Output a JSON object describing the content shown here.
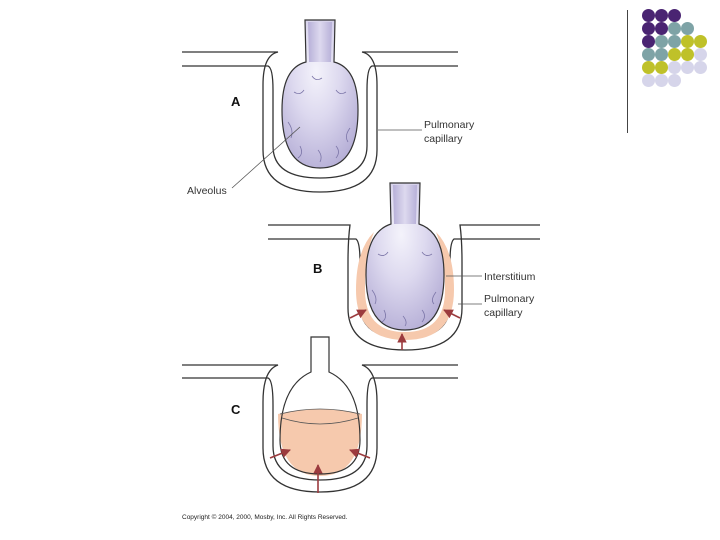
{
  "labels": {
    "panel_a": "A",
    "panel_b": "B",
    "panel_c": "C",
    "pulmonary_capillary_a": [
      "Pulmonary",
      "capillary"
    ],
    "alveolus": "Alveolus",
    "interstitium": "Interstitium",
    "pulmonary_capillary_b": [
      "Pulmonary",
      "capillary"
    ],
    "copyright": "Copyright © 2004, 2000, Mosby, Inc. All Rights Reserved."
  },
  "colors": {
    "alveolus_fill": "#c8c3e2",
    "alveolus_highlight": "#f4f3fb",
    "fluid_fill": "#f6c9ad",
    "arrow_color": "#9c3b3e",
    "outline": "#333333"
  },
  "decor_dots": {
    "palette": [
      "#4a2472",
      "#7ea3a6",
      "#bfc129",
      "#d6d5ea"
    ],
    "grid": [
      [
        0,
        0,
        0
      ],
      [
        0,
        0,
        1,
        1
      ],
      [
        0,
        1,
        1,
        2,
        2
      ],
      [
        1,
        1,
        2,
        2,
        3
      ],
      [
        2,
        2,
        3,
        3,
        3
      ],
      [
        3,
        3,
        3
      ]
    ]
  }
}
